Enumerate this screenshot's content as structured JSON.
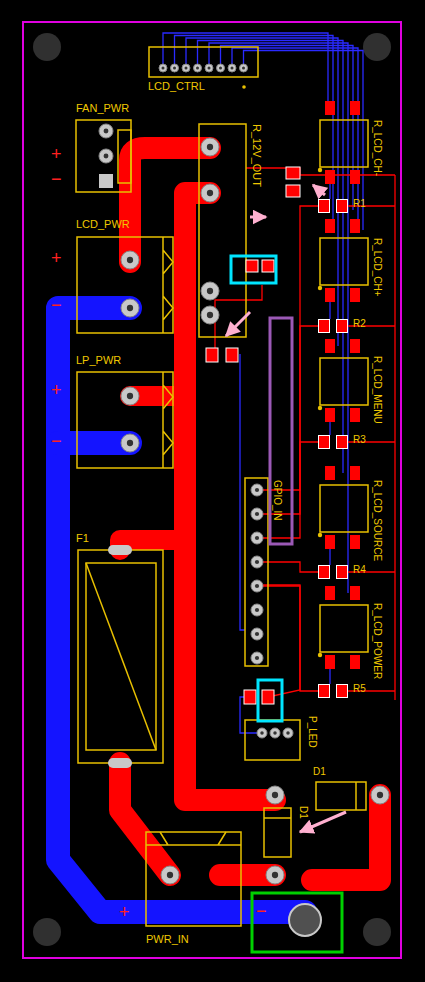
{
  "diagram": {
    "labels": [
      "LCD_CTRL",
      "FAN_PWR",
      "+",
      "−",
      "R_12V_OUT",
      "LCD_PWR",
      "+",
      "−",
      "LP_PWR",
      "+",
      "−",
      "R_LCD_CH-",
      "R1",
      "R_LCD_CH+",
      "R2",
      "R_LCD_MENU",
      "R3",
      "R_LCD_SOURCE",
      "R4",
      "R_LCD_POWER",
      "R5",
      "GPIO_IN",
      "F1",
      "P_LED",
      "D1",
      "D1",
      "PWR_IN",
      "+",
      "−"
    ]
  }
}
